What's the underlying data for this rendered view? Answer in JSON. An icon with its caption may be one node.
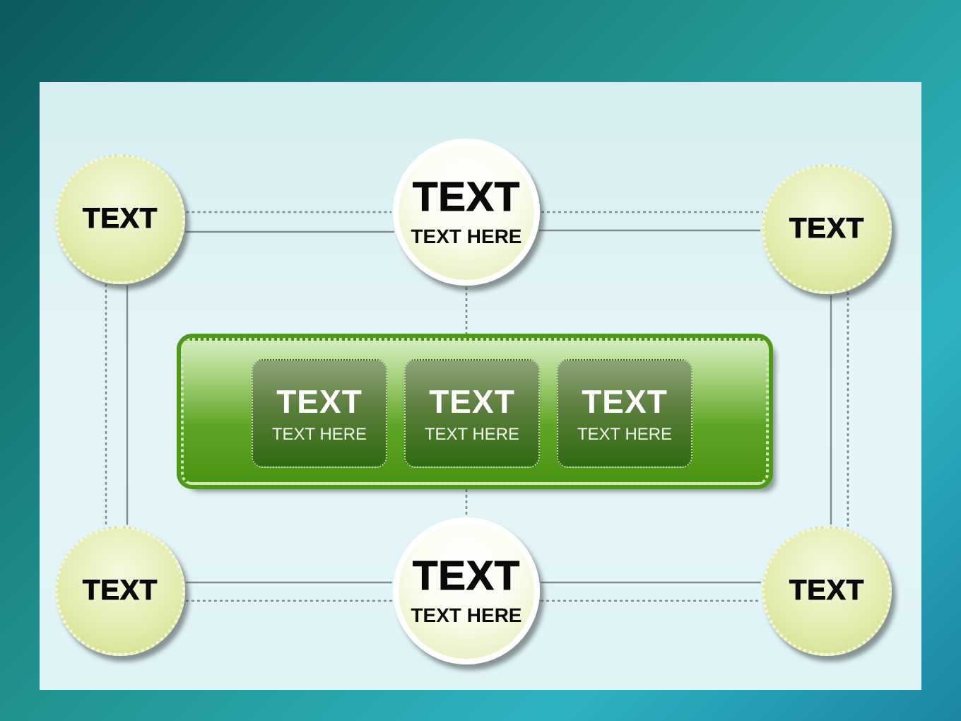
{
  "diagram": {
    "nodes": [
      {
        "text": [
          "TEXT"
        ]
      },
      {
        "text": [
          "TEXT",
          "TEXT HERE"
        ]
      },
      {
        "text": [
          "TEXT"
        ]
      },
      {
        "text": [],
        "shape": "box"
      },
      {
        "text": [
          "TEXT",
          "TEXT HERE"
        ],
        "in": 3
      },
      {
        "text": [
          "TEXT",
          "TEXT HERE"
        ],
        "in": 3
      },
      {
        "text": [
          "TEXT",
          "TEXT HERE"
        ],
        "in": 3
      },
      {
        "text": [
          "TEXT"
        ]
      },
      {
        "text": [
          "TEXT",
          "TEXT HERE"
        ]
      },
      {
        "text": [
          "TEXT"
        ]
      }
    ],
    "edges": [
      {
        "from": 0,
        "to": 1,
        "arrow": "none",
        "style": "dashed"
      },
      {
        "from": 1,
        "to": 2,
        "arrow": "none",
        "style": "dashed"
      },
      {
        "from": 0,
        "to": 7,
        "arrow": "none",
        "style": "dashed"
      },
      {
        "from": 2,
        "to": 9,
        "arrow": "none",
        "style": "dashed"
      },
      {
        "from": 1,
        "to": 3,
        "arrow": "none",
        "style": "dashed"
      },
      {
        "from": 3,
        "to": 8,
        "arrow": "none",
        "style": "dashed"
      },
      {
        "from": 7,
        "to": 8,
        "arrow": "none",
        "style": "dashed"
      },
      {
        "from": 8,
        "to": 9,
        "arrow": "none",
        "style": "dashed"
      },
      {
        "from": 0,
        "to": 1,
        "arrow": "none"
      },
      {
        "from": 1,
        "to": 2,
        "arrow": "none"
      },
      {
        "from": 0,
        "to": 7,
        "arrow": "none"
      },
      {
        "from": 2,
        "to": 9,
        "arrow": "none"
      },
      {
        "from": 7,
        "to": 8,
        "arrow": "none"
      },
      {
        "from": 8,
        "to": 9,
        "arrow": "none"
      }
    ]
  }
}
